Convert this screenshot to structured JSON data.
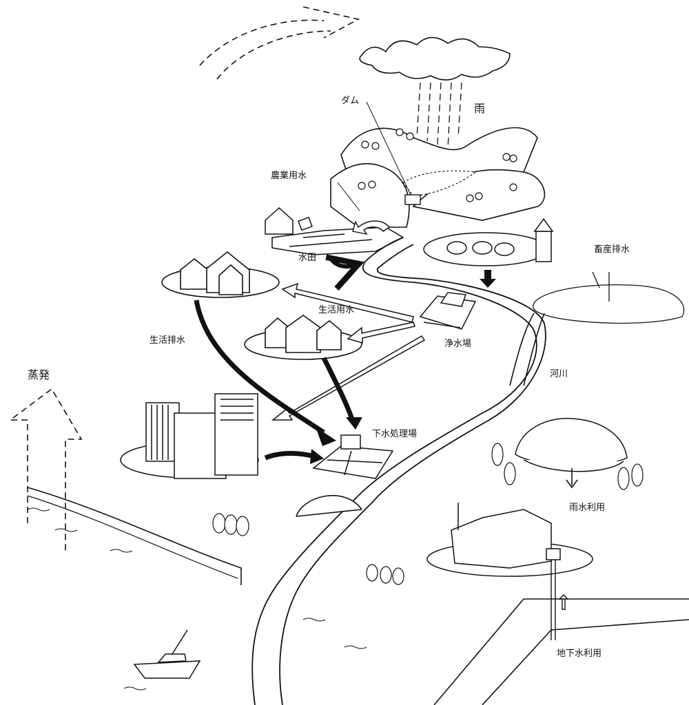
{
  "labels": {
    "rain": "雨",
    "dam": "ダム",
    "agricultural_water": "農業用水",
    "paddy_field": "水田",
    "livestock_wastewater": "畜産排水",
    "domestic_water": "生活用水",
    "purification_plant": "浄水場",
    "domestic_wastewater": "生活排水",
    "river": "河川",
    "evaporation": "蒸発",
    "sewage_treatment_plant": "下水処理場",
    "rainwater_use": "雨水利用",
    "groundwater_use": "地下水利用"
  }
}
